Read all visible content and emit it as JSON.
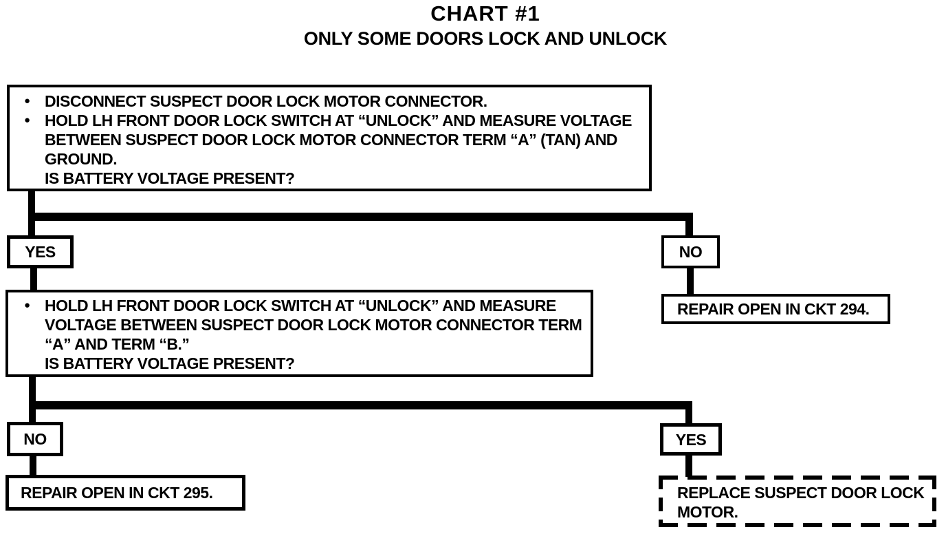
{
  "title": "CHART #1",
  "subtitle": "ONLY SOME DOORS LOCK AND UNLOCK",
  "colors": {
    "ink": "#000000",
    "paper": "#ffffff"
  },
  "glyphs": {
    "bullet": "●"
  },
  "step1": {
    "items": [
      {
        "lines": [
          "DISCONNECT SUSPECT DOOR LOCK MOTOR CONNECTOR."
        ]
      },
      {
        "lines": [
          "HOLD LH FRONT DOOR LOCK SWITCH AT “UNLOCK” AND MEASURE VOLTAGE",
          "BETWEEN SUSPECT DOOR LOCK MOTOR CONNECTOR TERM “A” (TAN) AND",
          "GROUND."
        ]
      },
      {
        "lines": [
          "IS BATTERY VOLTAGE PRESENT?"
        ]
      }
    ]
  },
  "branch1": {
    "yes_label": "YES",
    "no_label": "NO",
    "no_result": "REPAIR OPEN IN CKT 294."
  },
  "step2": {
    "items": [
      {
        "lines": [
          "HOLD LH FRONT DOOR LOCK SWITCH AT “UNLOCK” AND MEASURE",
          "VOLTAGE BETWEEN SUSPECT DOOR LOCK MOTOR CONNECTOR TERM",
          "“A” AND TERM “B.”"
        ]
      },
      {
        "lines": [
          "IS BATTERY VOLTAGE PRESENT?"
        ]
      }
    ]
  },
  "branch2": {
    "no_label": "NO",
    "yes_label": "YES",
    "no_result": "REPAIR OPEN IN CKT 295.",
    "yes_result_lines": [
      "REPLACE SUSPECT DOOR LOCK",
      "MOTOR."
    ]
  }
}
